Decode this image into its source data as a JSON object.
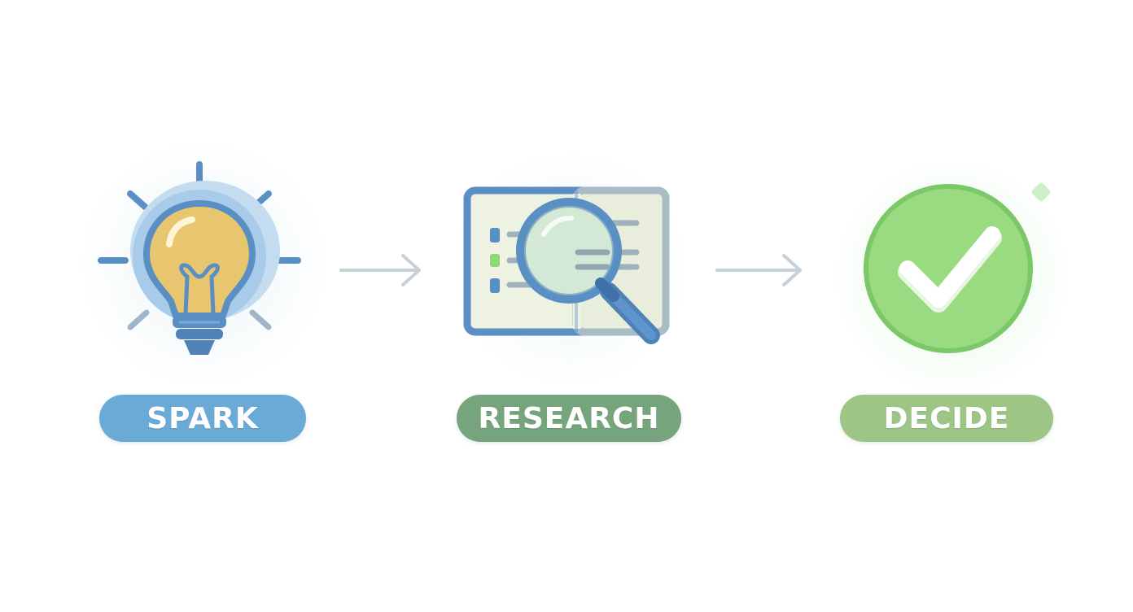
{
  "steps": [
    {
      "label": "SPARK",
      "icon": "lightbulb-icon",
      "color": "#6aaad6"
    },
    {
      "label": "RESEARCH",
      "icon": "magnifier-document-icon",
      "color": "#76a57d"
    },
    {
      "label": "DECIDE",
      "icon": "checkmark-circle-icon",
      "color": "#9dc585"
    }
  ],
  "connectors": [
    "arrow-right-icon",
    "arrow-right-icon"
  ],
  "colors": {
    "blue": "#5a8fc4",
    "bulb_fill": "#e8c56f",
    "green_check": "#8ed67b",
    "arrow": "#c5d2d8"
  }
}
